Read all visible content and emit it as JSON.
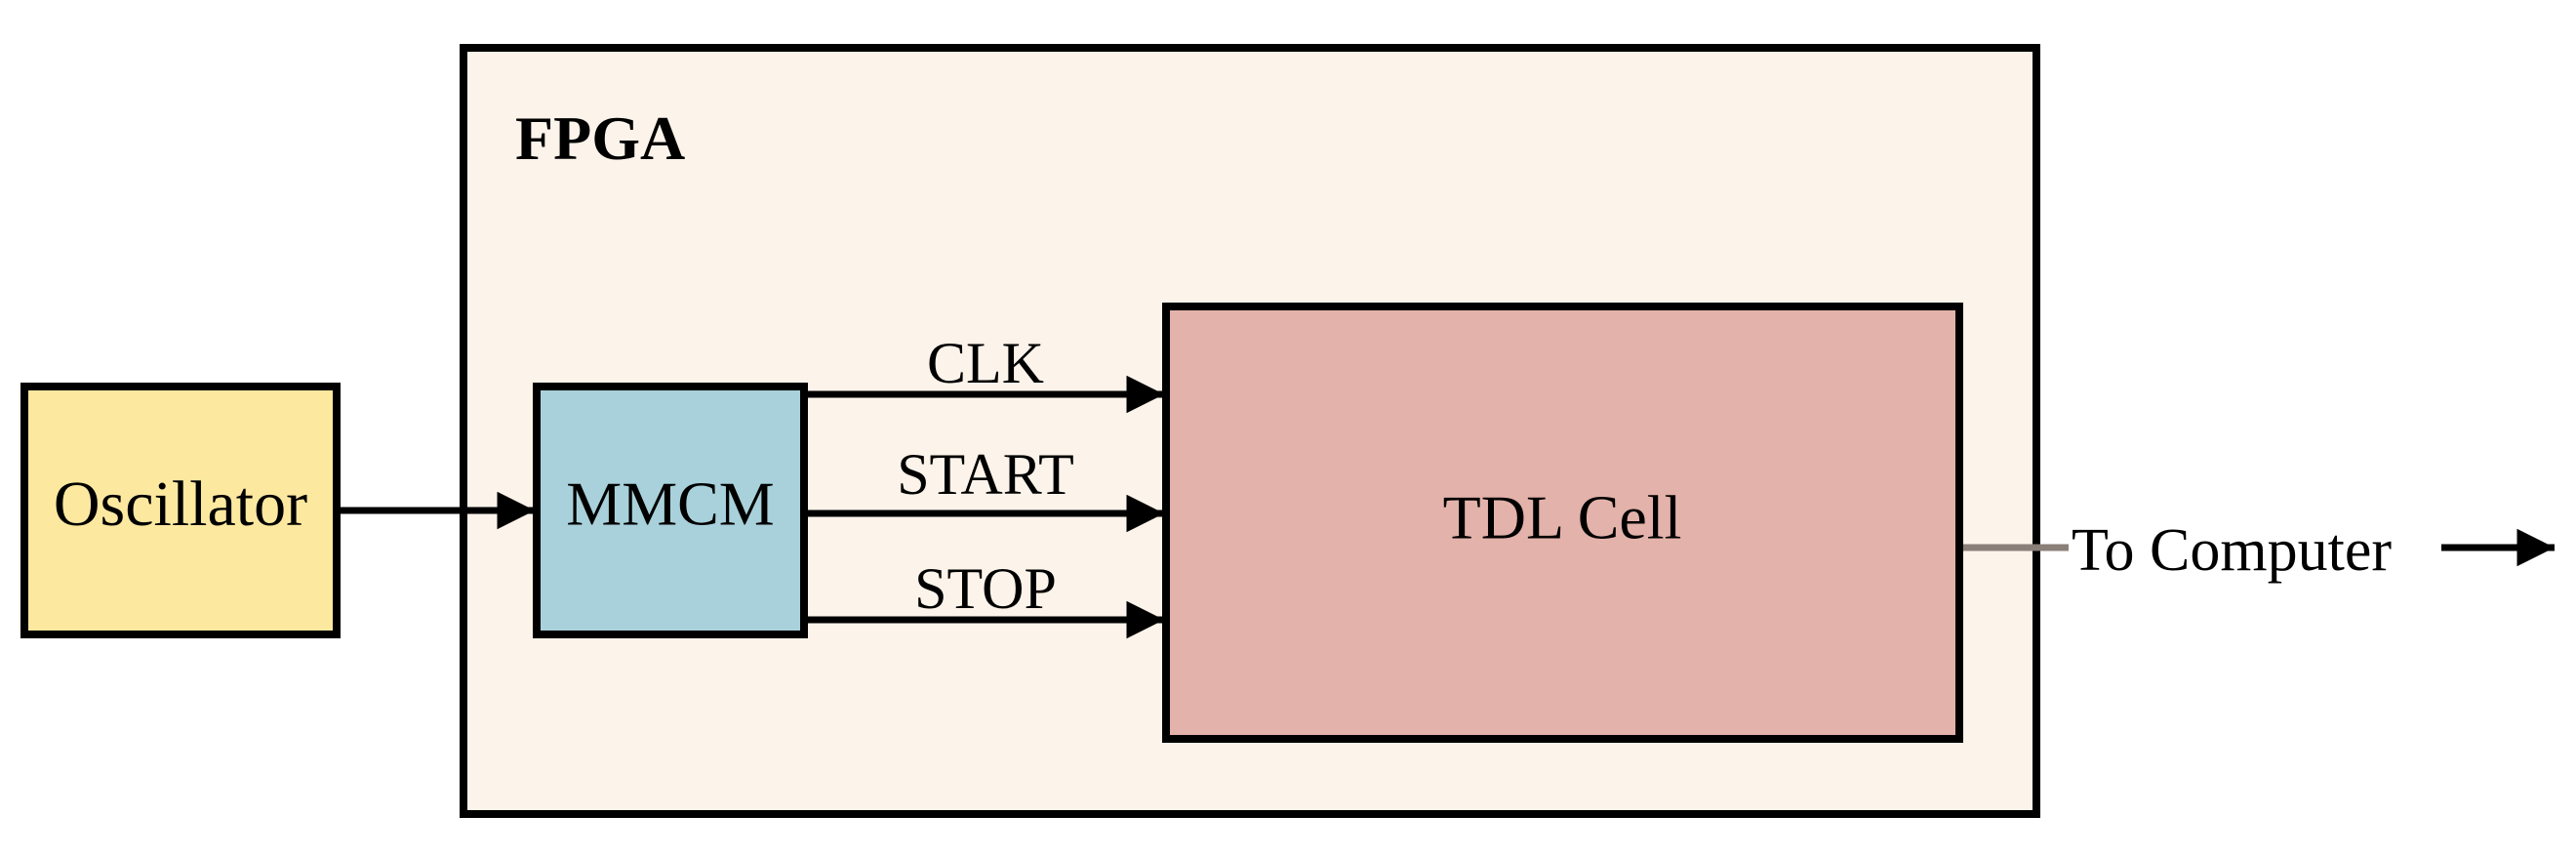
{
  "fpga": {
    "label": "FPGA"
  },
  "oscillator": {
    "label": "Oscillator"
  },
  "mmcm": {
    "label": "MMCM"
  },
  "tdl": {
    "label": "TDL Cell"
  },
  "signals": [
    {
      "label": "CLK"
    },
    {
      "label": "START"
    },
    {
      "label": "STOP"
    }
  ],
  "output": {
    "label": "To Computer"
  },
  "colors": {
    "fpga_fill": "#fcf3ea",
    "oscillator_fill": "#fde8a0",
    "mmcm_fill": "#a8d1db",
    "tdl_fill": "#e3b2aa",
    "stroke": "#000000",
    "connector": "#8a7f79"
  }
}
